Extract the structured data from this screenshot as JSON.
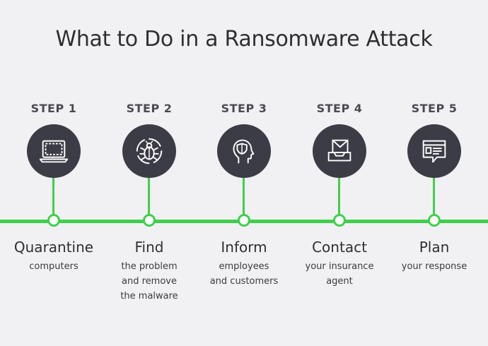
{
  "title": "What to Do in a Ransomware Attack",
  "colors": {
    "background": "#f1f1f4",
    "circle": "#3c3c46",
    "timeline": "#3fcf4c",
    "text": "#2f2f33"
  },
  "steps": [
    {
      "label": "STEP 1",
      "icon": "laptop-quarantine-icon",
      "title": "Quarantine",
      "subtitle_lines": [
        "computers"
      ]
    },
    {
      "label": "STEP 2",
      "icon": "bug-target-icon",
      "title": "Find",
      "subtitle_lines": [
        "the problem",
        "and remove",
        "the malware"
      ]
    },
    {
      "label": "STEP 3",
      "icon": "head-shield-icon",
      "title": "Inform",
      "subtitle_lines": [
        "employees",
        "and customers"
      ]
    },
    {
      "label": "STEP 4",
      "icon": "envelope-inbox-icon",
      "title": "Contact",
      "subtitle_lines": [
        "your insurance",
        "agent"
      ]
    },
    {
      "label": "STEP 5",
      "icon": "document-speech-icon",
      "title": "Plan",
      "subtitle_lines": [
        "your response"
      ]
    }
  ]
}
